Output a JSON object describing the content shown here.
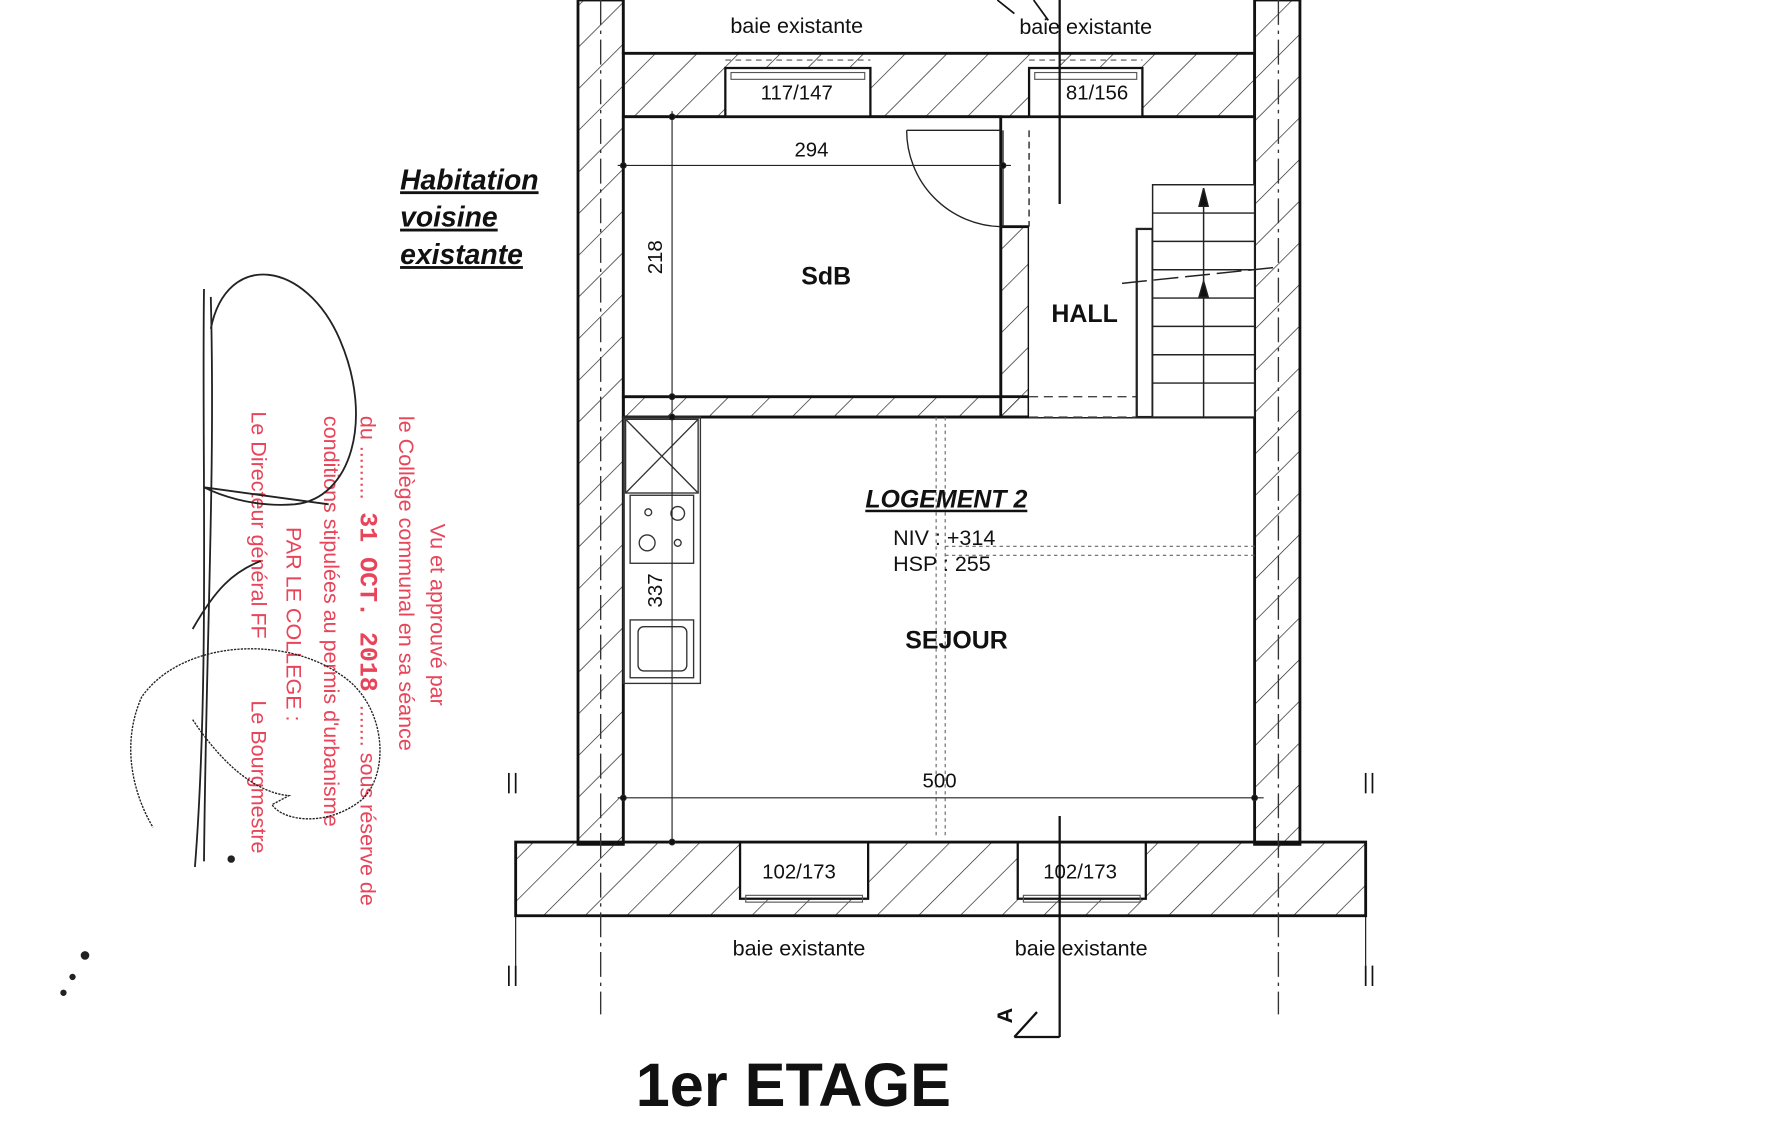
{
  "plan": {
    "title": "1er ETAGE",
    "neighbour_label": [
      "Habitation",
      "voisine",
      "existante"
    ],
    "rooms": {
      "sdb": "SdB",
      "hall": "HALL",
      "logement": "LOGEMENT 2",
      "niv": "NIV : +314",
      "hsp": "HSP : 255",
      "sejour": "SEJOUR"
    },
    "windows": {
      "top_left_label": "baie existante",
      "top_left_size": "117/147",
      "top_right_label": "baie existante",
      "top_right_size": "81/156",
      "bottom_left_label": "baie existante",
      "bottom_left_size": "102/173",
      "bottom_right_label": "baie existante",
      "bottom_right_size": "102/173"
    },
    "dimensions": {
      "sdb_width": "294",
      "sdb_depth": "218",
      "sejour_depth": "337",
      "sejour_width": "500"
    },
    "section_mark": "A"
  },
  "stamp": {
    "color": "#e8455a",
    "lines": [
      "Vu et approuvé par",
      "le Collège communal en sa séance",
      "du .........",
      "31 OCT. 2018",
      "....... sous réserve de",
      "conditions stipulées au permis d'urbanisme",
      "PAR LE COLLEGE :",
      "Le Directeur général FF",
      "Le Bourgmestre"
    ]
  }
}
